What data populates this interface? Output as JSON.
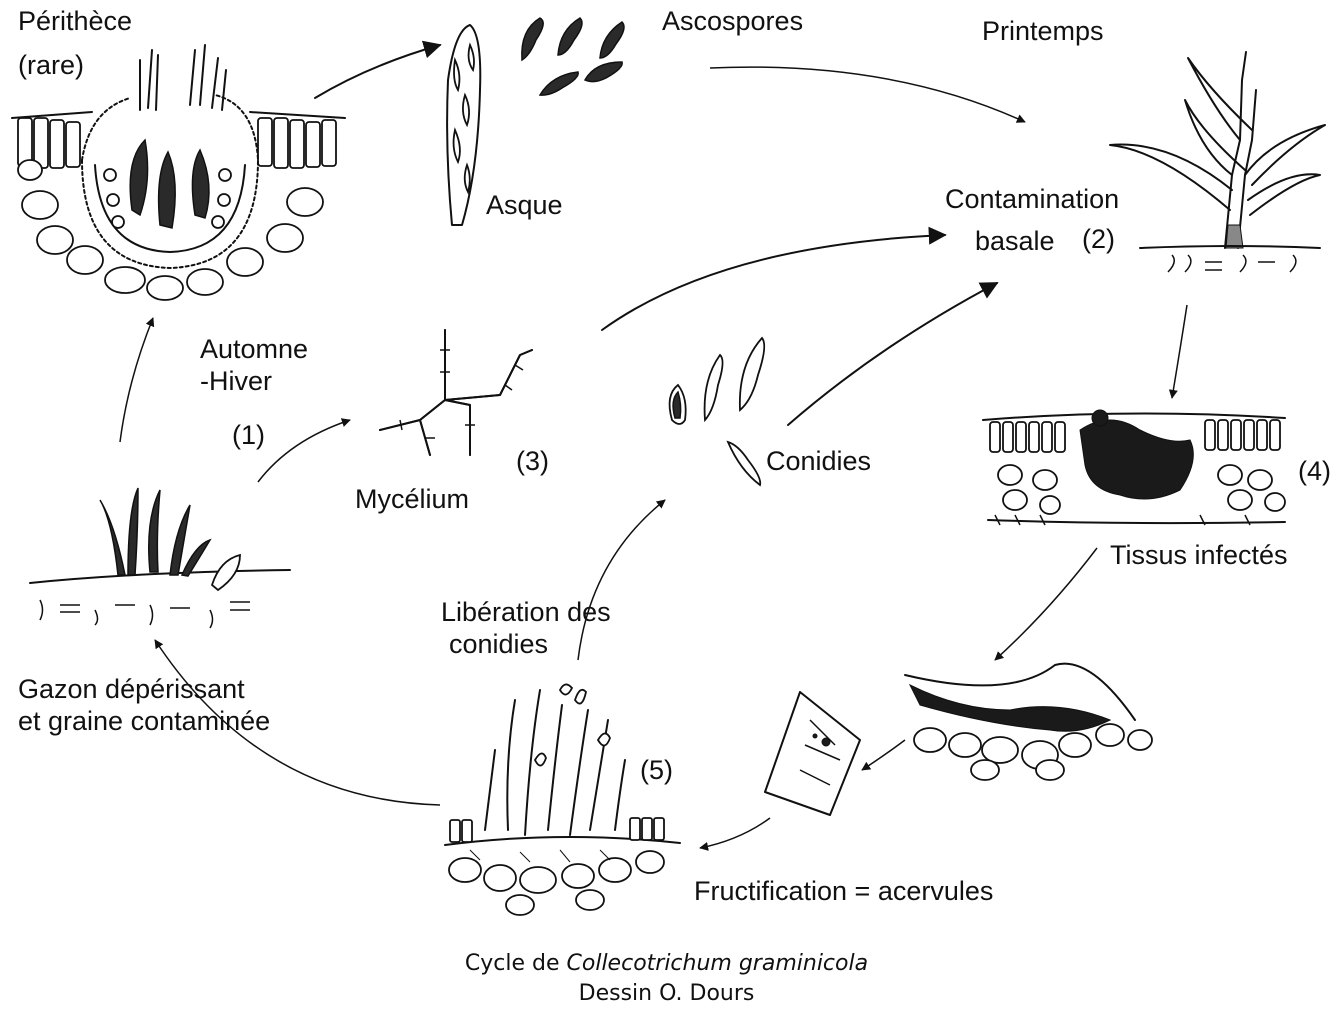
{
  "labels": {
    "perithece": "Périthèce",
    "rare": "(rare)",
    "ascospores": "Ascospores",
    "printemps": "Printemps",
    "asque": "Asque",
    "contamination": "Contamination",
    "basale": "basale",
    "num2": "(2)",
    "automne": "Automne",
    "hiver": "-Hiver",
    "num1": "(1)",
    "num3": "(3)",
    "mycelium": "Mycélium",
    "conidies": "Conidies",
    "num4": "(4)",
    "tissus": "Tissus infectés",
    "liberation1": "Libération des",
    "liberation2": "conidies",
    "gazon1": "Gazon dépérissant",
    "gazon2": "et graine contaminée",
    "num5": "(5)",
    "fructification": "Fructification = acervules"
  },
  "caption": {
    "line1_prefix": "Cycle de ",
    "line1_species": "Collecotrichum graminicola",
    "line2": "Dessin O. Dours"
  }
}
